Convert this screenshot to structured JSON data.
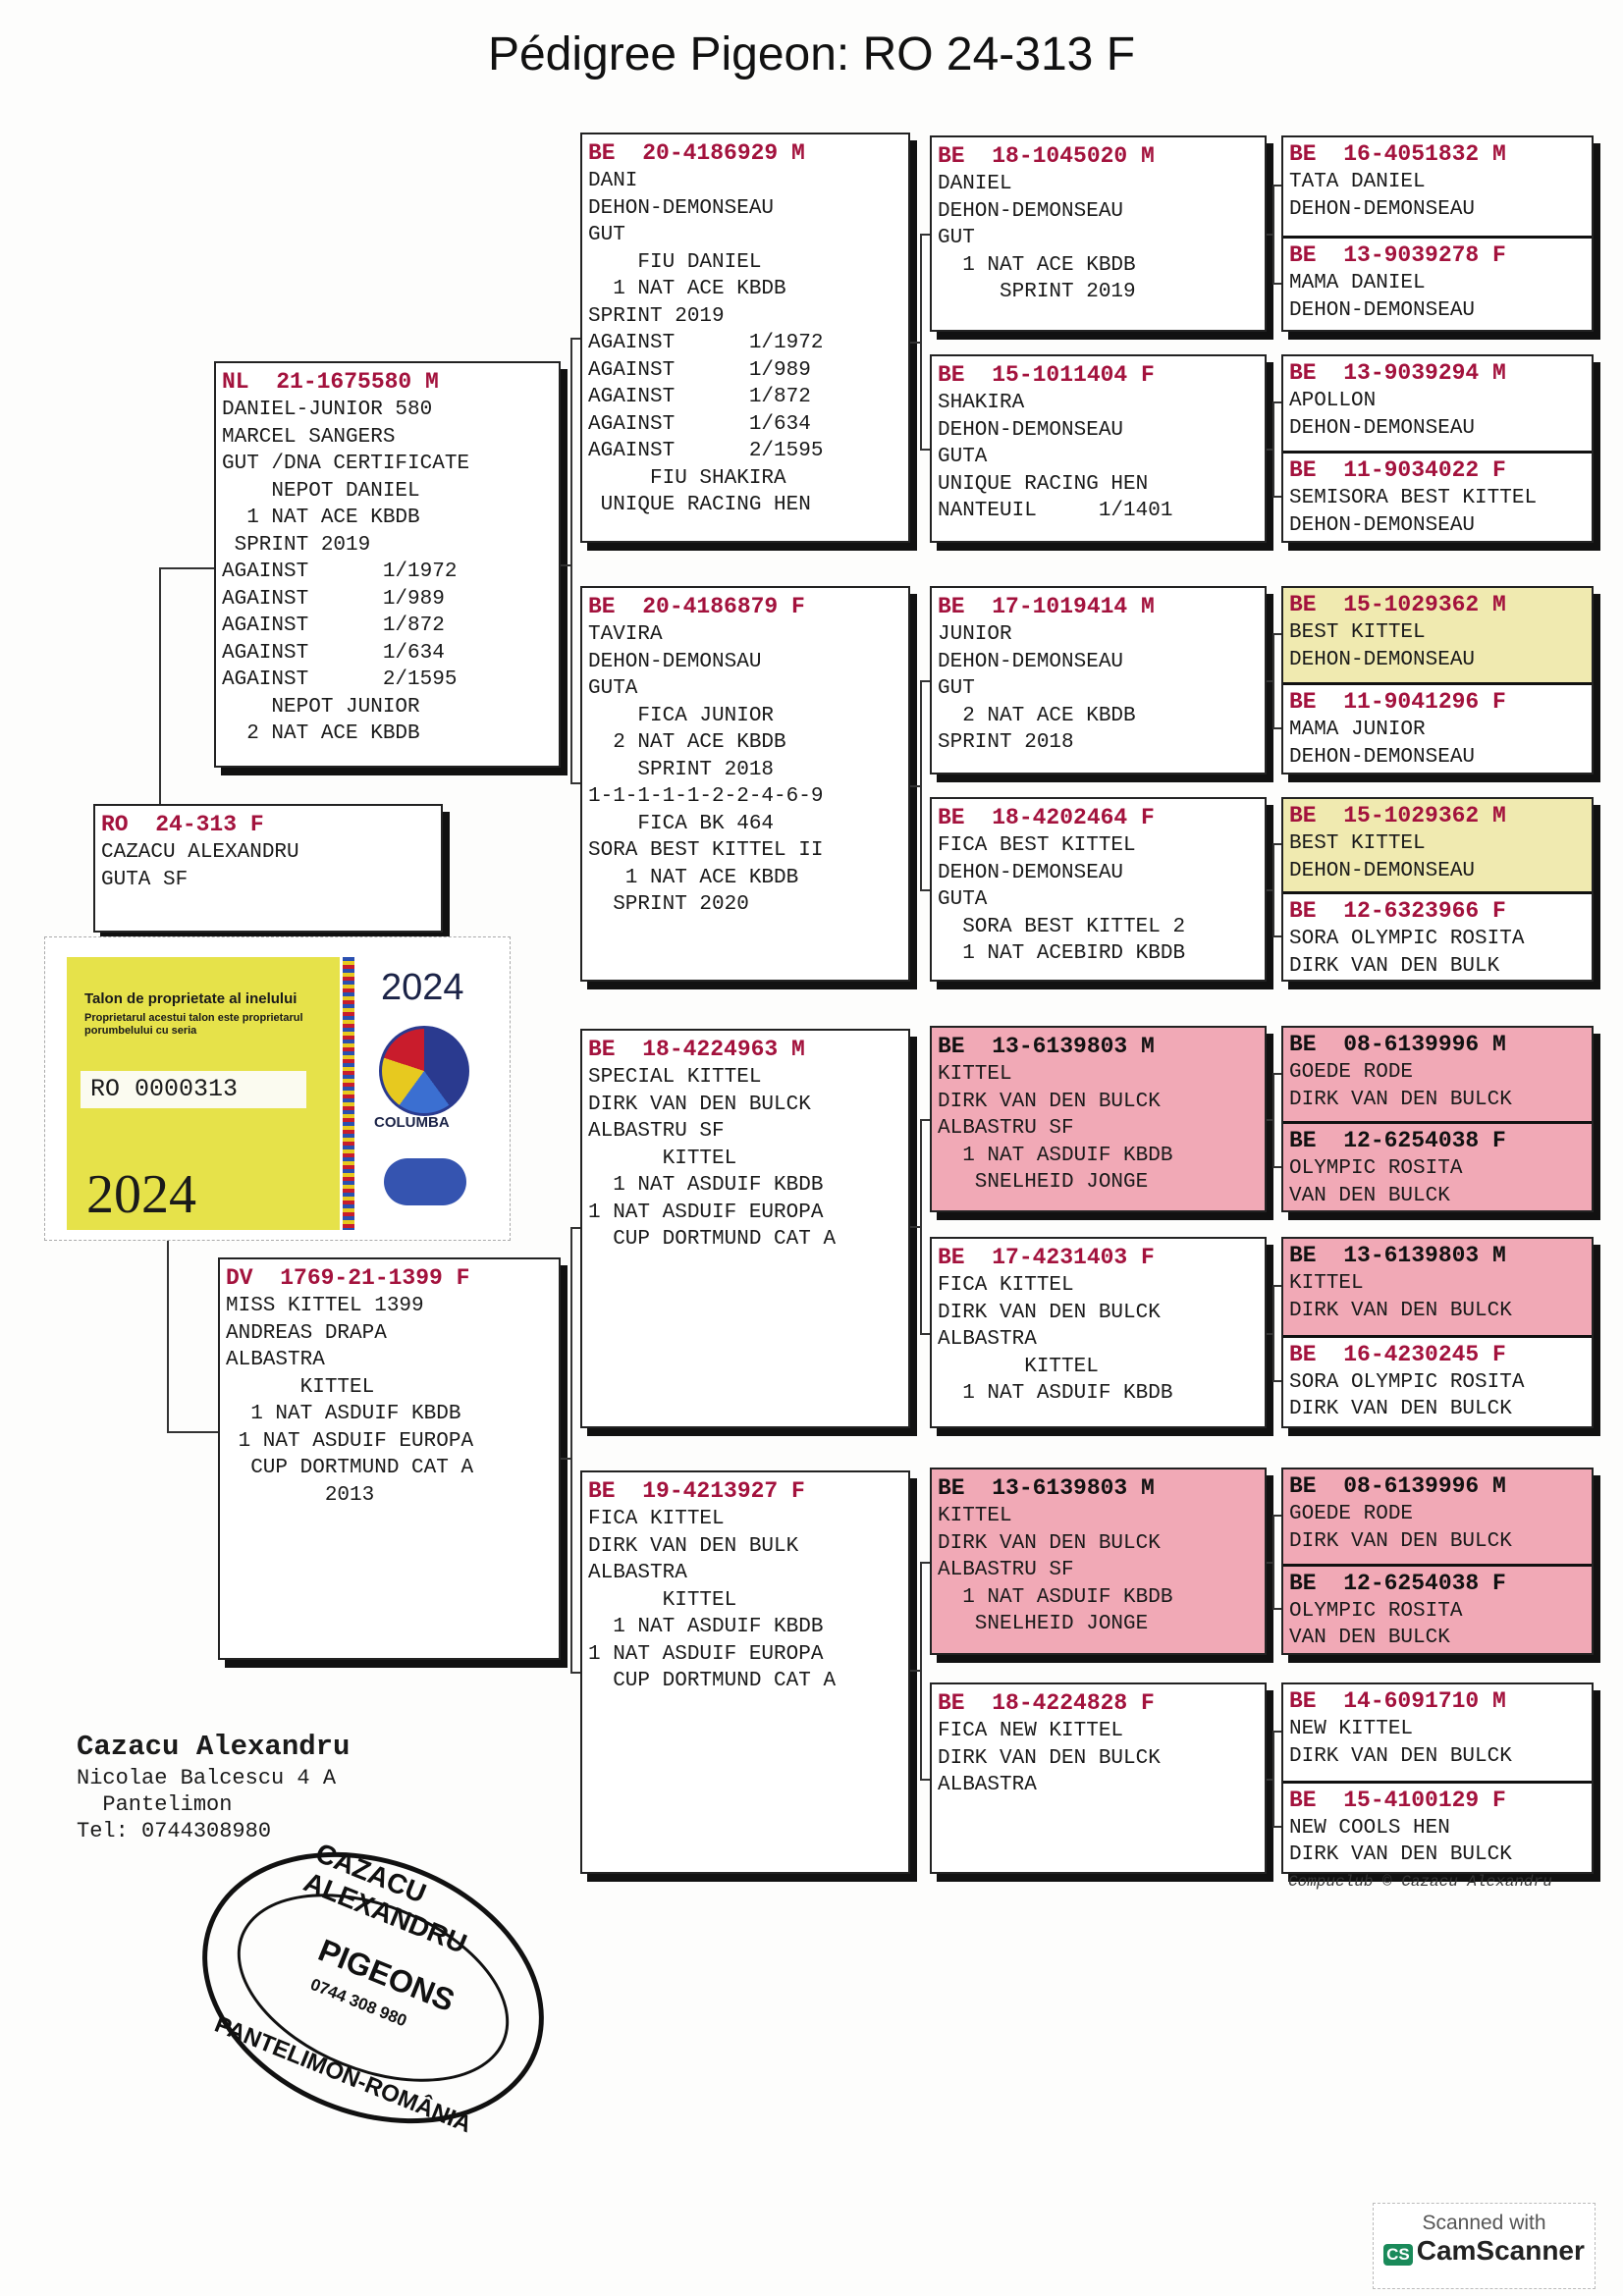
{
  "title": "Pédigree Pigeon: RO  24-313 F",
  "colors": {
    "ring": "#a3123d",
    "pink": "#f1a9b6",
    "yellow": "#f0eab0"
  },
  "subject": {
    "ring": "RO  24-313 F",
    "lines": [
      "",
      "CAZACU ALEXANDRU",
      "GUTA SF"
    ]
  },
  "sire": {
    "ring": "NL  21-1675580 M",
    "lines": [
      "DANIEL-JUNIOR 580",
      "MARCEL SANGERS",
      "GUT /DNA CERTIFICATE",
      "    NEPOT DANIEL",
      "  1 NAT ACE KBDB",
      " SPRINT 2019",
      "AGAINST      1/1972",
      "AGAINST      1/989",
      "AGAINST      1/872",
      "AGAINST      1/634",
      "AGAINST      2/1595",
      "    NEPOT JUNIOR",
      "  2 NAT ACE KBDB"
    ]
  },
  "dam": {
    "ring": "DV  1769-21-1399 F",
    "lines": [
      "MISS KITTEL 1399",
      "ANDREAS DRAPA",
      "ALBASTRA",
      "      KITTEL",
      "  1 NAT ASDUIF KBDB",
      " 1 NAT ASDUIF EUROPA",
      "  CUP DORTMUND CAT A",
      "        2013"
    ]
  },
  "gen2": [
    {
      "ring": "BE  20-4186929 M",
      "color": "white",
      "lines": [
        "DANI",
        "DEHON-DEMONSEAU",
        "GUT",
        "    FIU DANIEL",
        "  1 NAT ACE KBDB",
        "SPRINT 2019",
        "AGAINST      1/1972",
        "AGAINST      1/989",
        "AGAINST      1/872",
        "AGAINST      1/634",
        "AGAINST      2/1595",
        "     FIU SHAKIRA",
        " UNIQUE RACING HEN"
      ]
    },
    {
      "ring": "BE  20-4186879 F",
      "color": "white",
      "lines": [
        "TAVIRA",
        "DEHON-DEMONSAU",
        "GUTA",
        "    FICA JUNIOR",
        "  2 NAT ACE KBDB",
        "    SPRINT 2018",
        "1-1-1-1-1-2-2-4-6-9",
        "    FICA BK 464",
        "SORA BEST KITTEL II",
        "   1 NAT ACE KBDB",
        "  SPRINT 2020"
      ]
    },
    {
      "ring": "BE  18-4224963 M",
      "color": "white",
      "lines": [
        "SPECIAL KITTEL",
        "DIRK VAN DEN BULCK",
        "ALBASTRU SF",
        "      KITTEL",
        "  1 NAT ASDUIF KBDB",
        "1 NAT ASDUIF EUROPA",
        "  CUP DORTMUND CAT A"
      ]
    },
    {
      "ring": "BE  19-4213927 F",
      "color": "white",
      "lines": [
        "FICA KITTEL",
        "DIRK VAN DEN BULK",
        "ALBASTRA",
        "      KITTEL",
        "  1 NAT ASDUIF KBDB",
        "1 NAT ASDUIF EUROPA",
        "  CUP DORTMUND CAT A"
      ]
    }
  ],
  "gen3": [
    {
      "ring": "BE  18-1045020 M",
      "color": "white",
      "lines": [
        "DANIEL",
        "DEHON-DEMONSEAU",
        "GUT",
        "  1 NAT ACE KBDB",
        "     SPRINT 2019"
      ]
    },
    {
      "ring": "BE  15-1011404 F",
      "color": "white",
      "lines": [
        "SHAKIRA",
        "DEHON-DEMONSEAU",
        "GUTA",
        "UNIQUE RACING HEN",
        "NANTEUIL     1/1401"
      ]
    },
    {
      "ring": "BE  17-1019414 M",
      "color": "white",
      "lines": [
        "JUNIOR",
        "DEHON-DEMONSEAU",
        "GUT",
        "  2 NAT ACE KBDB",
        "SPRINT 2018"
      ]
    },
    {
      "ring": "BE  18-4202464 F",
      "color": "white",
      "lines": [
        "FICA BEST KITTEL",
        "DEHON-DEMONSEAU",
        "GUTA",
        "  SORA BEST KITTEL 2",
        "  1 NAT ACEBIRD KBDB"
      ]
    },
    {
      "ring": "BE  13-6139803 M",
      "color": "pink",
      "lines": [
        "KITTEL",
        "DIRK VAN DEN BULCK",
        "ALBASTRU SF",
        "  1 NAT ASDUIF KBDB",
        "   SNELHEID JONGE"
      ]
    },
    {
      "ring": "BE  17-4231403 F",
      "color": "white",
      "lines": [
        "FICA KITTEL",
        "DIRK VAN DEN BULCK",
        "ALBASTRA",
        "       KITTEL",
        "  1 NAT ASDUIF KBDB"
      ]
    },
    {
      "ring": "BE  13-6139803 M",
      "color": "pink",
      "lines": [
        "KITTEL",
        "DIRK VAN DEN BULCK",
        "ALBASTRU SF",
        "  1 NAT ASDUIF KBDB",
        "   SNELHEID JONGE"
      ]
    },
    {
      "ring": "BE  18-4224828 F",
      "color": "white",
      "lines": [
        "FICA NEW KITTEL",
        "DIRK VAN DEN BULCK",
        "ALBASTRA"
      ]
    }
  ],
  "gen4": [
    {
      "ring": "BE  16-4051832 M",
      "color": "white",
      "lines": [
        "TATA DANIEL",
        "DEHON-DEMONSEAU"
      ]
    },
    {
      "ring": "BE  13-9039278 F",
      "color": "white",
      "lines": [
        "MAMA DANIEL",
        "DEHON-DEMONSEAU"
      ]
    },
    {
      "ring": "BE  13-9039294 M",
      "color": "white",
      "lines": [
        "APOLLON",
        "DEHON-DEMONSEAU"
      ]
    },
    {
      "ring": "BE  11-9034022 F",
      "color": "white",
      "lines": [
        "SEMISORA BEST KITTEL",
        "DEHON-DEMONSEAU"
      ]
    },
    {
      "ring": "BE  15-1029362 M",
      "color": "yellow",
      "lines": [
        "BEST KITTEL",
        "DEHON-DEMONSEAU"
      ]
    },
    {
      "ring": "BE  11-9041296 F",
      "color": "white",
      "lines": [
        "MAMA JUNIOR",
        "DEHON-DEMONSEAU"
      ]
    },
    {
      "ring": "BE  15-1029362 M",
      "color": "yellow",
      "lines": [
        "BEST KITTEL",
        "DEHON-DEMONSEAU"
      ]
    },
    {
      "ring": "BE  12-6323966 F",
      "color": "white",
      "lines": [
        "SORA OLYMPIC ROSITA",
        "DIRK VAN DEN BULK"
      ]
    },
    {
      "ring": "BE  08-6139996 M",
      "color": "pink",
      "lines": [
        "GOEDE RODE",
        "DIRK VAN DEN BULCK"
      ]
    },
    {
      "ring": "BE  12-6254038 F",
      "color": "pink",
      "lines": [
        "OLYMPIC ROSITA",
        "VAN DEN BULCK"
      ]
    },
    {
      "ring": "BE  13-6139803 M",
      "color": "pink",
      "lines": [
        "KITTEL",
        "DIRK VAN DEN BULCK"
      ]
    },
    {
      "ring": "BE  16-4230245 F",
      "color": "white",
      "lines": [
        "SORA OLYMPIC ROSITA",
        "DIRK VAN DEN BULCK"
      ]
    },
    {
      "ring": "BE  08-6139996 M",
      "color": "pink",
      "lines": [
        "GOEDE RODE",
        "DIRK VAN DEN BULCK"
      ]
    },
    {
      "ring": "BE  12-6254038 F",
      "color": "pink",
      "lines": [
        "OLYMPIC ROSITA",
        "VAN DEN BULCK"
      ]
    },
    {
      "ring": "BE  14-6091710 M",
      "color": "white",
      "lines": [
        "NEW KITTEL",
        "DIRK VAN DEN BULCK"
      ]
    },
    {
      "ring": "BE  15-4100129 F",
      "color": "white",
      "lines": [
        "NEW COOLS HEN",
        "DIRK VAN DEN BULCK"
      ]
    }
  ],
  "talon": {
    "heading": "Talon de proprietate al inelului",
    "sub": "Proprietarul acestui talon este proprietarul porumbelului cu seria",
    "serial": "RO  0000313",
    "year": "2024",
    "year_right": "2024",
    "brand": "COLUMBA"
  },
  "owner": {
    "name": "Cazacu Alexandru",
    "lines": [
      "Nicolae Balcescu 4 A",
      "  Pantelimon",
      "Tel: 0744308980"
    ]
  },
  "stamp": {
    "top": "CAZACU ALEXANDRU",
    "middle": "PIGEONS",
    "phone": "0744 308 980",
    "bottom": "PANTELIMON-ROMÂNIA"
  },
  "credit": "Compuclub © Cazacu Alexandru",
  "scanner": {
    "line1": "Scanned with",
    "badge": "CS",
    "brand": "CamScanner"
  }
}
